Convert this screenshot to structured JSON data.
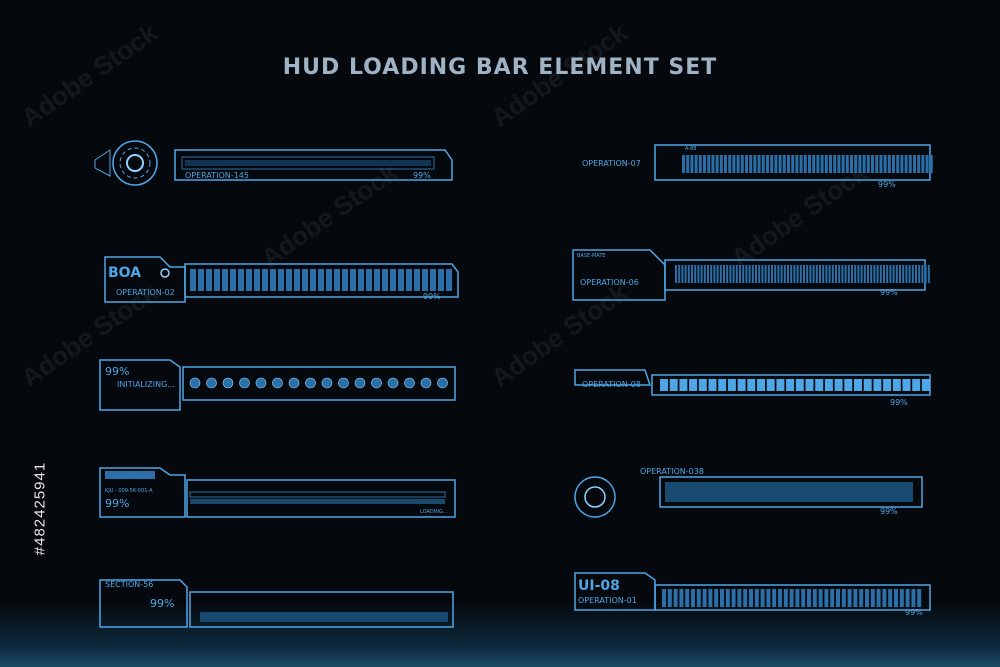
{
  "title": "HUD LOADING BAR ELEMENT SET",
  "stock_id": "#482425941",
  "watermark": "Adobe Stock",
  "colors": {
    "accent": "#4ea6e6",
    "fill": "#2a6fa8",
    "bright": "#8fd4ff",
    "bg": "#05080c"
  },
  "bars": [
    {
      "operation": "OPERATION-145",
      "percent": "99%"
    },
    {
      "code": "BOA",
      "operation": "OPERATION-02",
      "percent": "99%"
    },
    {
      "percent": "99%",
      "status": "INITIALIZING..."
    },
    {
      "code": "KJU - 009-56-001-A",
      "percent": "99%",
      "status": "LOADING..."
    },
    {
      "section": "SECTION-56",
      "percent": "99%"
    },
    {
      "operation": "OPERATION-07",
      "code": "A-88",
      "percent": "99%"
    },
    {
      "small": "BASE-MATE",
      "operation": "OPERATION-06",
      "percent": "99%"
    },
    {
      "operation": "OPERATION-08",
      "percent": "99%"
    },
    {
      "operation": "OPERATION-038",
      "percent": "99%"
    },
    {
      "code": "UI-08",
      "operation": "OPERATION-01",
      "percent": "99%"
    }
  ]
}
